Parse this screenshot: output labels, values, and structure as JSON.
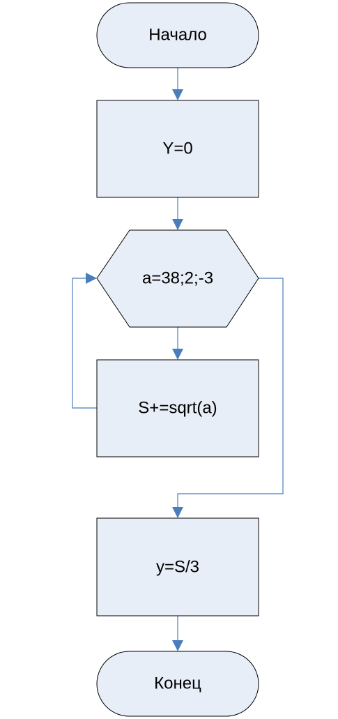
{
  "diagram": {
    "colors": {
      "shape_fill": "#e8eef7",
      "shape_stroke": "#000000",
      "connector": "#4a7ebb"
    },
    "nodes": {
      "start": {
        "label": "Начало",
        "shape": "terminator"
      },
      "init": {
        "label": "Y=0",
        "shape": "process"
      },
      "loop": {
        "label": "a=38;2;-3",
        "shape": "loop-hexagon"
      },
      "body": {
        "label": "S+=sqrt(a)",
        "shape": "process"
      },
      "result": {
        "label": "y=S/3",
        "shape": "process"
      },
      "end": {
        "label": "Конец",
        "shape": "terminator"
      }
    }
  }
}
